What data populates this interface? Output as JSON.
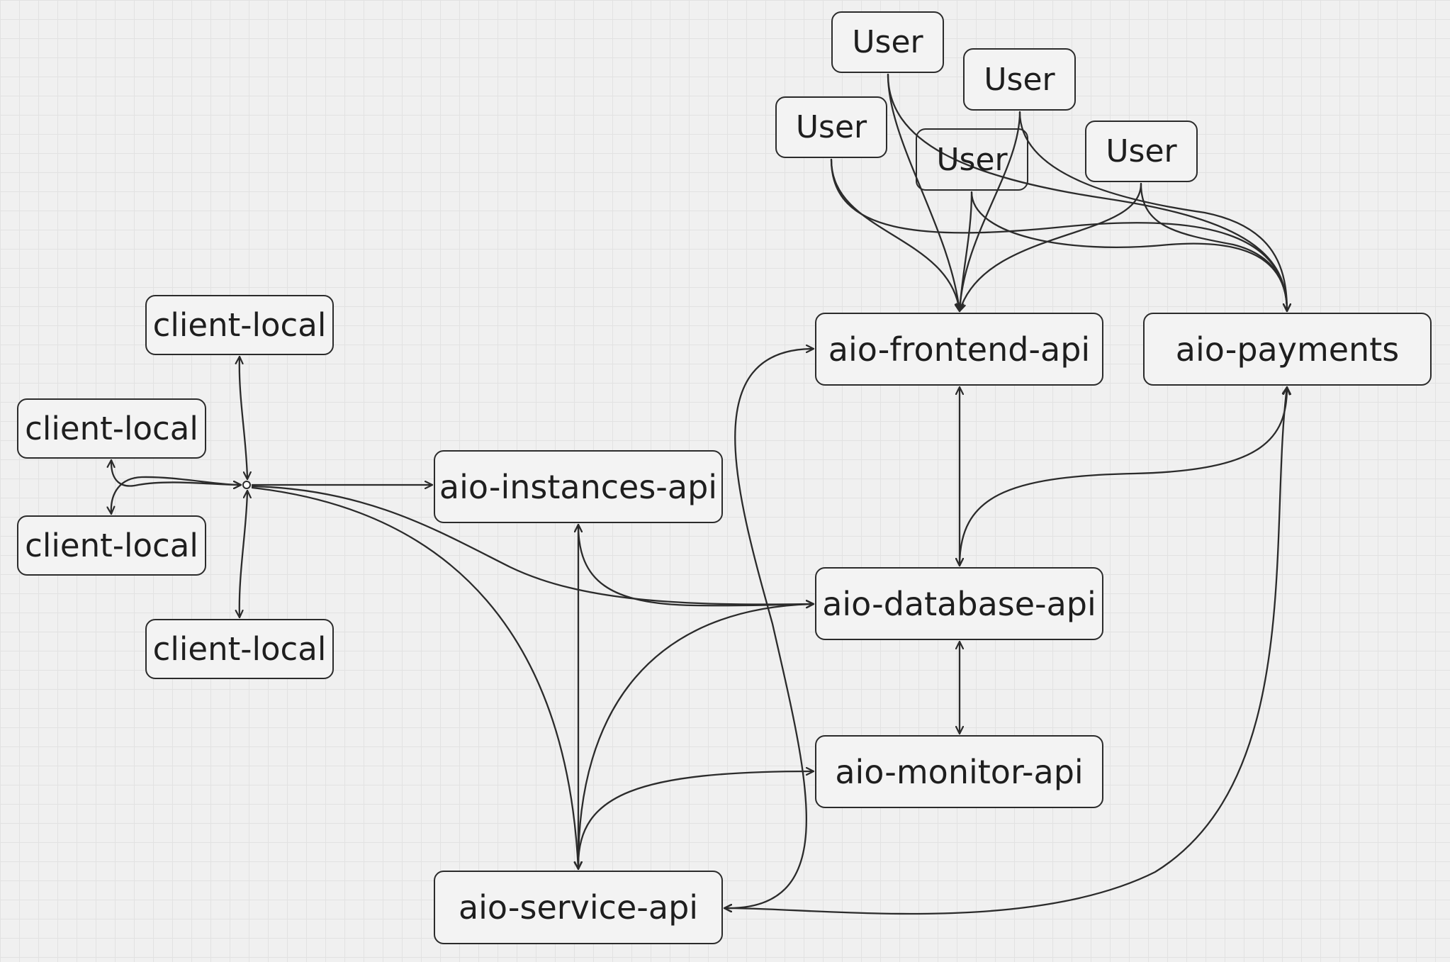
{
  "diagram": {
    "nodes": {
      "client_local_1": "client-local",
      "client_local_2": "client-local",
      "client_local_3": "client-local",
      "client_local_4": "client-local",
      "instances": "aio-instances-api",
      "frontend": "aio-frontend-api",
      "payments": "aio-payments",
      "database": "aio-database-api",
      "monitor": "aio-monitor-api",
      "service": "aio-service-api",
      "user_1": "User",
      "user_2": "User",
      "user_3": "User",
      "user_4": "User",
      "user_5": "User"
    },
    "edges": [
      {
        "from": "client_local_1",
        "to": "hub",
        "bidirectional": true
      },
      {
        "from": "client_local_2",
        "to": "hub",
        "bidirectional": true
      },
      {
        "from": "client_local_3",
        "to": "hub",
        "bidirectional": true
      },
      {
        "from": "client_local_4",
        "to": "hub",
        "bidirectional": true
      },
      {
        "from": "hub",
        "to": "instances"
      },
      {
        "from": "hub",
        "to": "database"
      },
      {
        "from": "hub",
        "to": "service"
      },
      {
        "from": "instances",
        "to": "service",
        "bidirectional": true
      },
      {
        "from": "instances",
        "to": "database",
        "bidirectional": true
      },
      {
        "from": "service",
        "to": "database"
      },
      {
        "from": "service",
        "to": "monitor"
      },
      {
        "from": "service",
        "to": "frontend",
        "bidirectional": true
      },
      {
        "from": "payments",
        "to": "service",
        "bidirectional": true
      },
      {
        "from": "frontend",
        "to": "database",
        "bidirectional": true
      },
      {
        "from": "database",
        "to": "payments",
        "bidirectional": true
      },
      {
        "from": "database",
        "to": "monitor",
        "bidirectional": true
      },
      {
        "from": "user_1",
        "to": "frontend"
      },
      {
        "from": "user_1",
        "to": "payments"
      },
      {
        "from": "user_2",
        "to": "frontend"
      },
      {
        "from": "user_2",
        "to": "payments"
      },
      {
        "from": "user_3",
        "to": "frontend"
      },
      {
        "from": "user_3",
        "to": "payments"
      },
      {
        "from": "user_4",
        "to": "frontend"
      },
      {
        "from": "user_4",
        "to": "payments"
      },
      {
        "from": "user_5",
        "to": "frontend"
      },
      {
        "from": "user_5",
        "to": "payments"
      }
    ]
  },
  "colors": {
    "background": "#f0f0f0",
    "grid": "#e2e2e2",
    "stroke": "#2b2b2b",
    "node_fill": "#f3f3f3",
    "text": "#1e1e1e"
  }
}
